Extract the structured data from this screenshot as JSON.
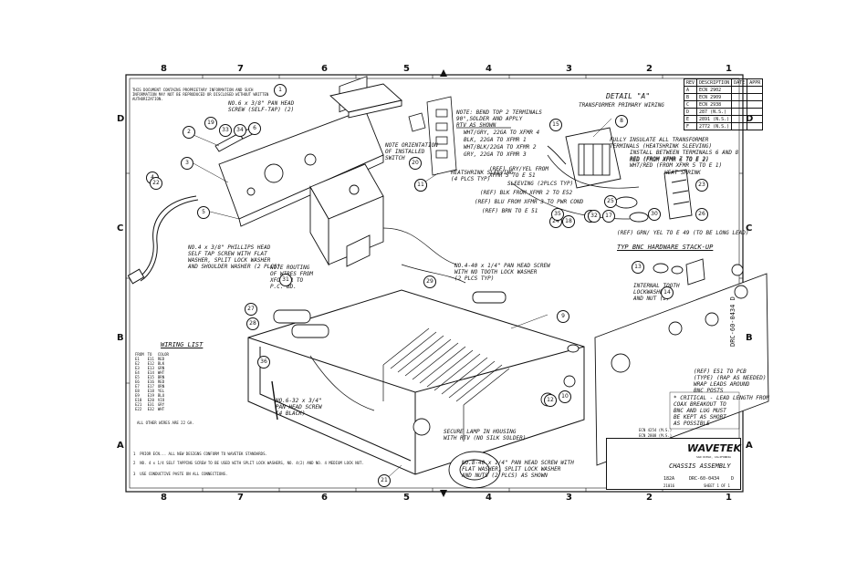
{
  "zones": {
    "columns": [
      "8",
      "7",
      "6",
      "5",
      "4",
      "3",
      "2",
      "1"
    ],
    "rows": [
      "D",
      "C",
      "B",
      "A"
    ]
  },
  "general_note": "THIS DOCUMENT CONTAINS PROPRIETARY INFORMATION AND SUCH INFORMATION MAY NOT BE REPRODUCED OR DISCLOSED WITHOUT WRITTEN AUTHORIZATION.",
  "revision_table": {
    "headers": [
      "REV",
      "DESCRIPTION",
      "DATE",
      "APPR"
    ],
    "rows": [
      [
        "A",
        "ECN 2902",
        "",
        ""
      ],
      [
        "B",
        "ECN 2909",
        "",
        ""
      ],
      [
        "C",
        "ECN 2938",
        "",
        ""
      ],
      [
        "D",
        "287 (N.S.)",
        "",
        ""
      ],
      [
        "E",
        "2891 (N.S.)",
        "",
        ""
      ],
      [
        "F",
        "2772 (N.S.)",
        "",
        ""
      ]
    ]
  },
  "detail_a": {
    "title": "DETAIL \"A\"",
    "subtitle": "TRANSFORMER PRIMARY WIRING"
  },
  "callouts": [
    {
      "text": "NOTE: BEND TOP 2 TERMINALS\n90°,SOLDER AND APPLY\nRTV AS SHOWN"
    },
    {
      "text": "NOTE ORIENTATION\nOF INSTALLED\nSWITCH"
    },
    {
      "text": "HEATSHRINK SLEEVING\n(4 PLCS TYP)"
    },
    {
      "text": "FULLY INSULATE ALL TRANSFORMER\nTERMINALS (HEATSHRINK SLEEVING)"
    },
    {
      "text": "INSTALL BETWEEN TERMINALS 6 AND 8\nRED (FROM XFMR 7 TO E 2)"
    },
    {
      "text": "WHT/RED (FROM XFMR 5 TO E 1)"
    },
    {
      "text": "RED (FROM XFMR 6 TO E 2)"
    },
    {
      "text": "HEAT SHRINK"
    },
    {
      "text": "WHT/GRY, 22GA TO XFMR 4"
    },
    {
      "text": "BLK, 22GA TO XFMR 1"
    },
    {
      "text": "WHT/BLK/22GA TO XFMR 2"
    },
    {
      "text": "GRY, 22GA TO XFMR 3"
    },
    {
      "text": "(REF) GRY/YEL FROM\nXFMR 5 TO E 51"
    },
    {
      "text": "SLEEVING (2PLCS TYP)"
    },
    {
      "text": "(REF) BLK FROM XFMR 2 TO E52"
    },
    {
      "text": "(REF) BLU FROM XFMR 3 TO PWR COND"
    },
    {
      "text": "(REF) BRN TO E 51"
    },
    {
      "text": "(REF) GRN/ YEL TO E 49 (TO BE LONG LEAD)"
    },
    {
      "text": "NO.4 x 3/8\" PHILLIPS HEAD\nSELF TAP SCREW WITH FLAT\nWASHER, SPLIT LOCK WASHER\nAND SHOULDER WASHER (2 PLCS)"
    },
    {
      "text": "NOTE ROUTING\nOF WIRES FROM\nXFORMER TO\nP.C. BD."
    },
    {
      "text": "NO.6 x 3/8\" PAN HEAD\nSCREW (SELF-TAP) (2)"
    },
    {
      "text": "NO.4-40 x 1/4\" PAN HEAD SCREW\nWITH NO TOOTH LOCK WASHER\n(2 PLCS TYP)"
    },
    {
      "text": "INTERNAL TOOTH\nLOCKWASHER\nAND NUT (2)"
    },
    {
      "text": "(REF) E51 TO PCB\n(TYPE) (RAP AS NEEDED)\nWRAP LEADS AROUND\nBNC POSTS"
    },
    {
      "text": "* CRITICAL - LEAD LENGTH FROM\nCOAX BREAKOUT TO\nBNC AND LUG MUST\nBE KEPT AS SHORT\nAS POSSIBLE"
    },
    {
      "text": "SECURE LAMP IN HOUSING\nWITH RTV (NO SILK SOLDER)"
    },
    {
      "text": "NO.8-40 x 1/4\" PAN HEAD SCREW WITH\nFLAT WASHER, SPLIT LOCK WASHER\nAND NUTS (2 PLCS) AS SHOWN"
    },
    {
      "text": "NO.6-32 x 3/4\"\nPAN HEAD SCREW\n(4 BLACK)"
    },
    {
      "text": "TYP BNC HARDWARE STACK-UP"
    }
  ],
  "wiring_list": {
    "title": "WIRING LIST",
    "headers": [
      "FROM",
      "TO",
      "COLOR"
    ],
    "rows": [
      [
        "E1",
        "E11",
        "RED"
      ],
      [
        "E2",
        "E12",
        "BLK"
      ],
      [
        "E3",
        "E13",
        "GRN"
      ],
      [
        "E4",
        "E14",
        "WHT"
      ],
      [
        "E5",
        "E15",
        "BRN"
      ],
      [
        "E6",
        "E16",
        "RED"
      ],
      [
        "E7",
        "E17",
        "ORN"
      ],
      [
        "E8",
        "E18",
        "YEL"
      ],
      [
        "E9",
        "E19",
        "BLU"
      ],
      [
        "E10",
        "E20",
        "VIO"
      ],
      [
        "E21",
        "E31",
        "GRY"
      ],
      [
        "E22",
        "E32",
        "WHT"
      ]
    ],
    "footer": "ALL OTHER WIRES ARE 22 GA."
  },
  "notes": [
    "1  PRIOR ECN... ALL NEW DESIGNS CONFORM TO WAVETEK STANDARDS.",
    "2  NO. 4 x 1/4 SELF TAPPING SCREW TO BE USED WITH SPLIT LOCK WASHERS, NO. 4(2) AND NO. 4 MEDIUM LOCK NUT.",
    "3  USE CONDUCTIVE PASTE ON ALL CONNECTIONS."
  ],
  "revision_box_small": [
    "ECN 4254 (M.S.)",
    "ECN 2808 (M.S.)"
  ],
  "title_block": {
    "company": "WAVETEK",
    "location": "SAN DIEGO, CALIFORNIA",
    "title": "CHASSIS ASSEMBLY",
    "model": "182A",
    "drawing_number": "DRC-60-0434",
    "rev": "D",
    "code": "21016",
    "sheet": "SHEET 1 OF 1"
  },
  "side_number": "DRC-60-0434 D",
  "bubbles": [
    "1",
    "2",
    "3",
    "4",
    "5",
    "6",
    "7",
    "8",
    "9",
    "10",
    "11",
    "12",
    "13",
    "14",
    "15",
    "16",
    "17",
    "18",
    "19",
    "20",
    "21",
    "22",
    "23",
    "24",
    "25",
    "26",
    "27",
    "28",
    "29",
    "30",
    "31",
    "32",
    "33",
    "34",
    "35",
    "36"
  ]
}
